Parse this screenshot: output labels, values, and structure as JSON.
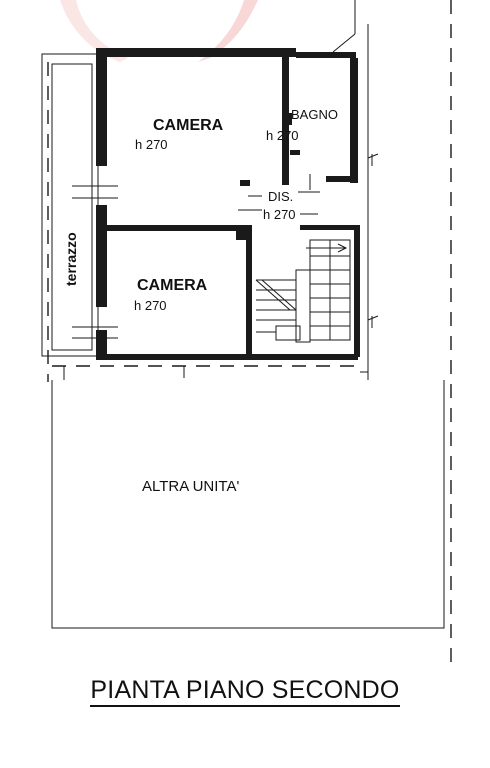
{
  "title": "PIANTA PIANO SECONDO",
  "rooms": {
    "camera_top": {
      "name": "CAMERA",
      "height": "h 270"
    },
    "bagno": {
      "name": "BAGNO",
      "height": "h 270"
    },
    "dis": {
      "name": "DIS.",
      "height": "h 270"
    },
    "camera_bottom": {
      "name": "CAMERA",
      "height": "h 270"
    },
    "terrazzo": {
      "name": "terrazzo"
    },
    "altra_unita": {
      "name": "ALTRA UNITA'"
    }
  },
  "colors": {
    "ink": "#1a1a1a",
    "watermark": "#f3b7b7"
  }
}
